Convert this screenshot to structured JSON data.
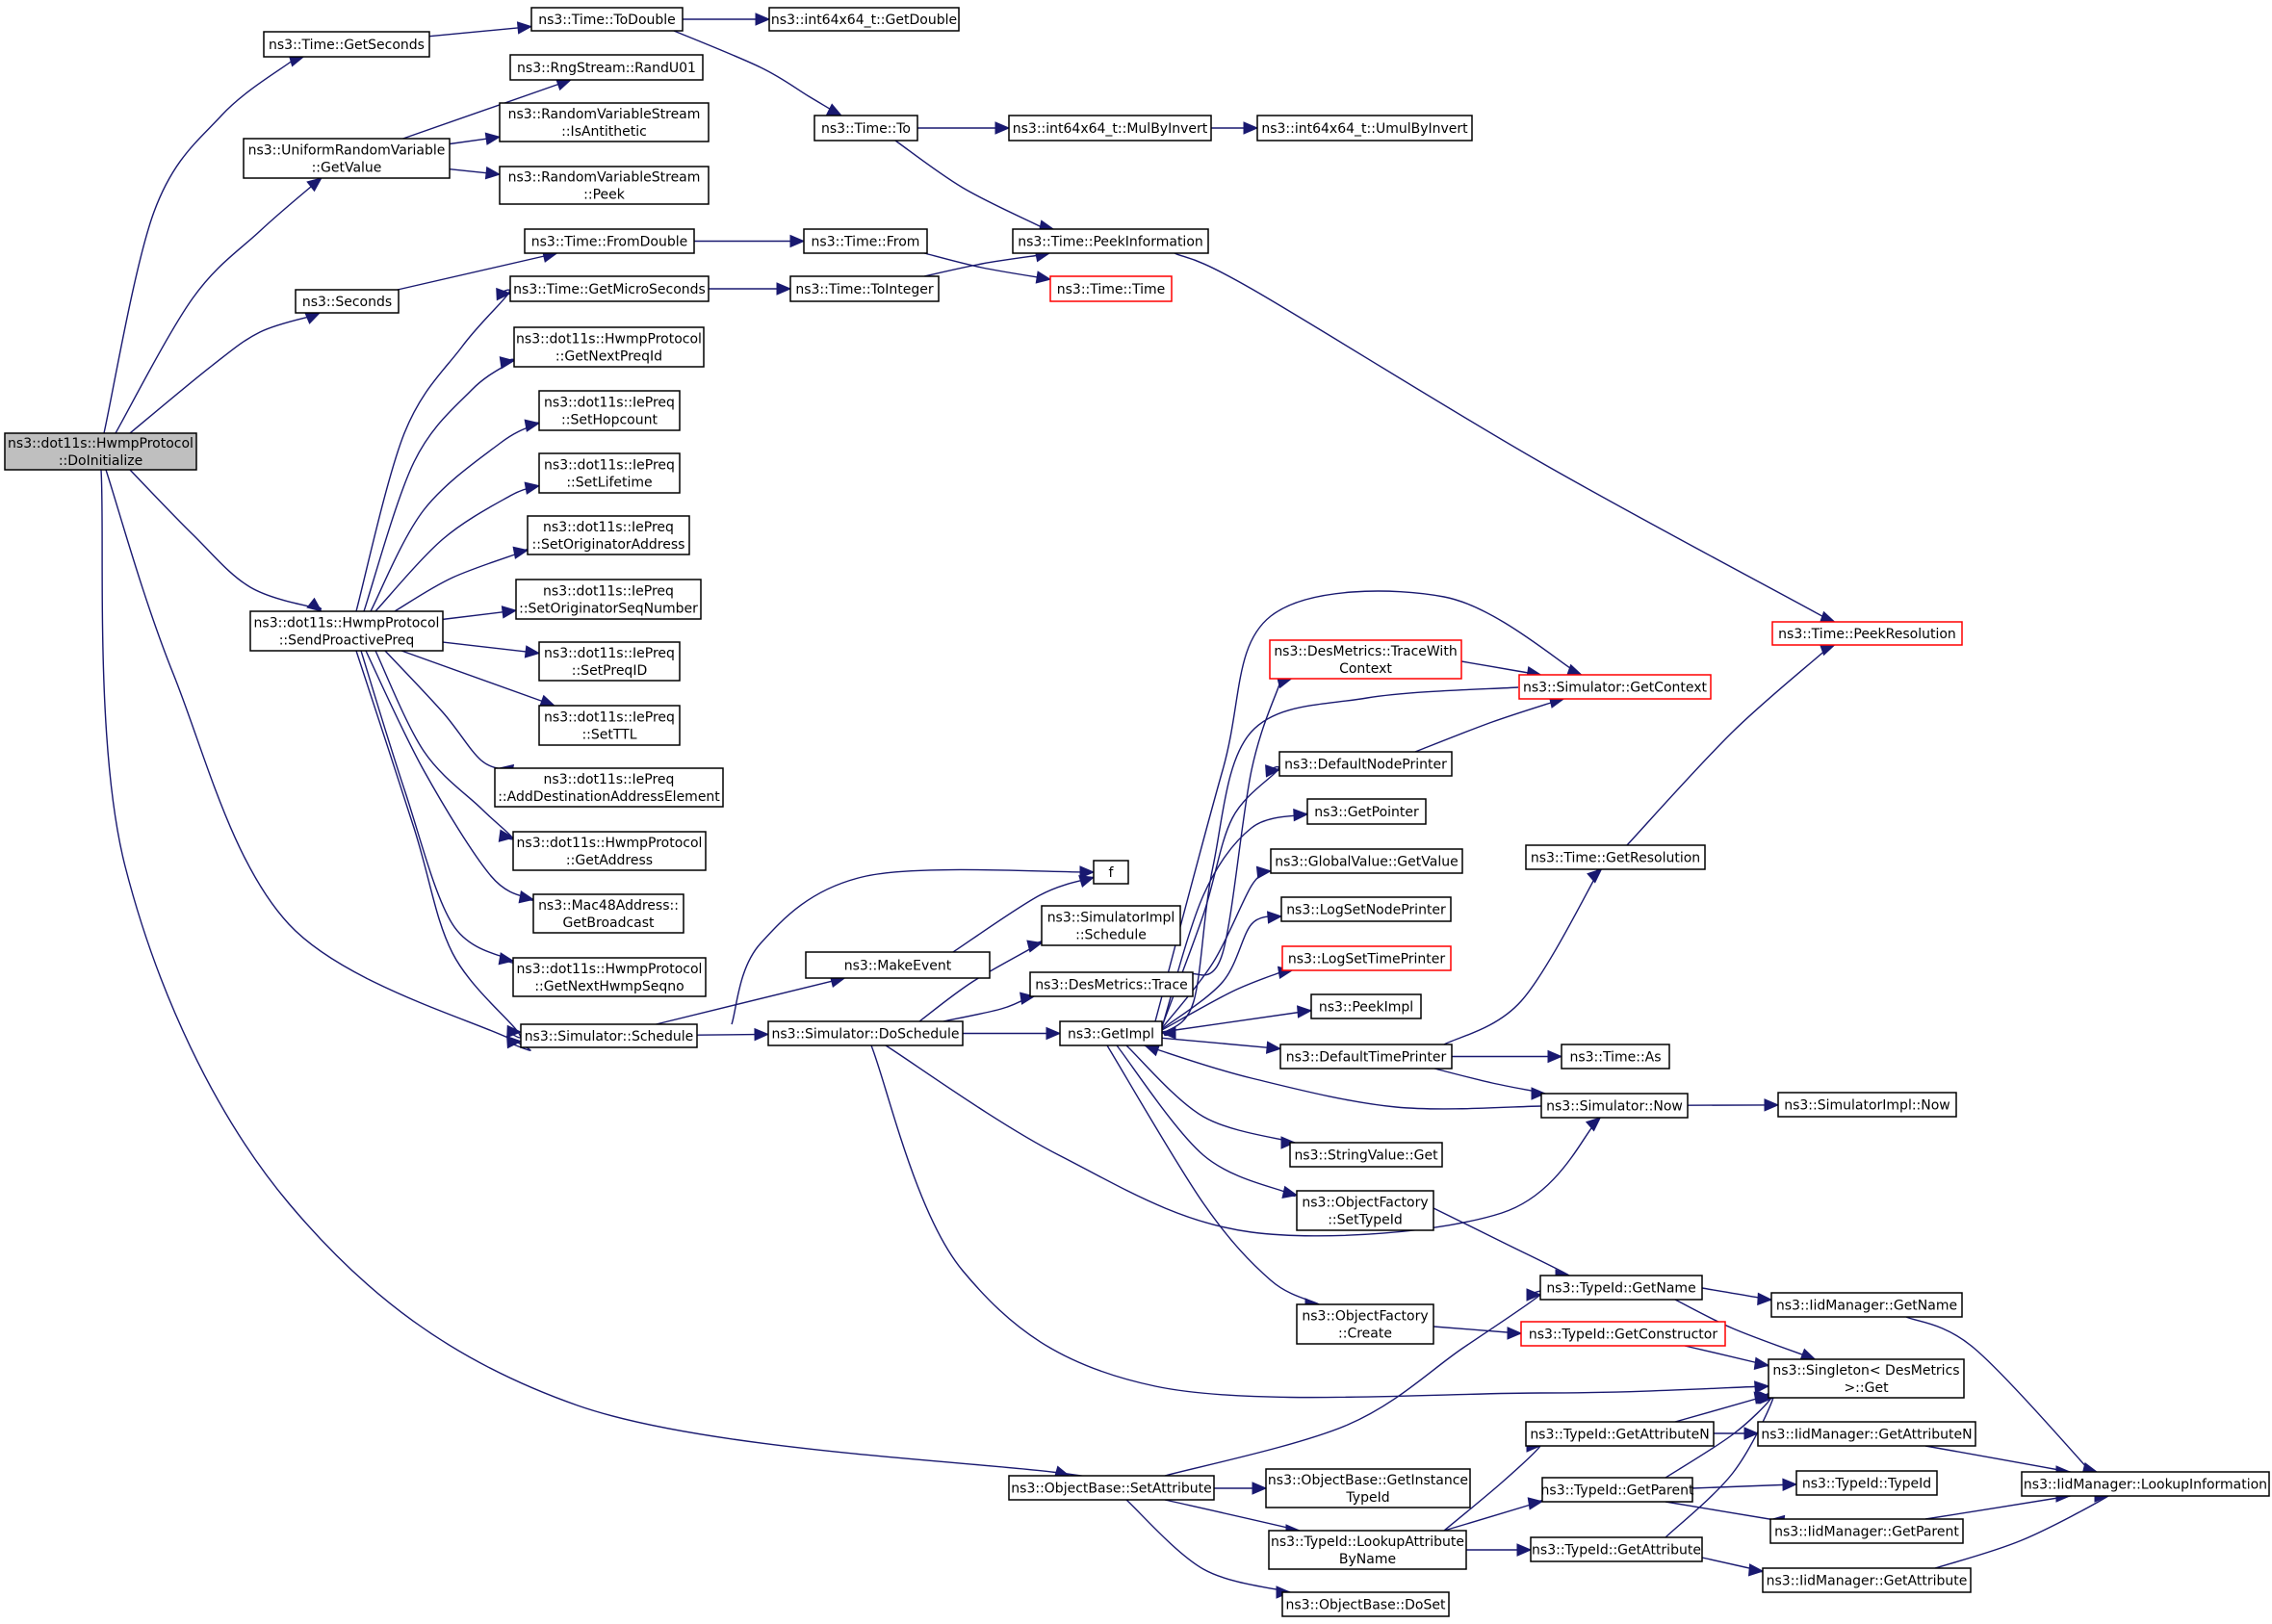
{
  "diagram": {
    "title": "ns3::dot11s::HwmpProtocol::DoInitialize call graph",
    "colors": {
      "edge": "#191970",
      "root_fill": "#bfbfbf",
      "node_border": "#000000",
      "truncated_border": "#ff0000",
      "node_fill": "#ffffff"
    },
    "nodes": [
      {
        "id": "root",
        "lines": [
          "ns3::dot11s::HwmpProtocol",
          "::DoInitialize"
        ],
        "kind": "root"
      },
      {
        "id": "getSeconds",
        "lines": [
          "ns3::Time::GetSeconds"
        ]
      },
      {
        "id": "toDouble",
        "lines": [
          "ns3::Time::ToDouble"
        ]
      },
      {
        "id": "getDouble",
        "lines": [
          "ns3::int64x64_t::GetDouble"
        ]
      },
      {
        "id": "randU01",
        "lines": [
          "ns3::RngStream::RandU01"
        ]
      },
      {
        "id": "uniformGetValue",
        "lines": [
          "ns3::UniformRandomVariable",
          "::GetValue"
        ]
      },
      {
        "id": "isAntithetic",
        "lines": [
          "ns3::RandomVariableStream",
          "::IsAntithetic"
        ]
      },
      {
        "id": "peek",
        "lines": [
          "ns3::RandomVariableStream",
          "::Peek"
        ]
      },
      {
        "id": "timeTo",
        "lines": [
          "ns3::Time::To"
        ]
      },
      {
        "id": "mulByInvert",
        "lines": [
          "ns3::int64x64_t::MulByInvert"
        ]
      },
      {
        "id": "umulByInvert",
        "lines": [
          "ns3::int64x64_t::UmulByInvert"
        ]
      },
      {
        "id": "fromDouble",
        "lines": [
          "ns3::Time::FromDouble"
        ]
      },
      {
        "id": "timeFrom",
        "lines": [
          "ns3::Time::From"
        ]
      },
      {
        "id": "peekInformation",
        "lines": [
          "ns3::Time::PeekInformation"
        ]
      },
      {
        "id": "seconds",
        "lines": [
          "ns3::Seconds"
        ]
      },
      {
        "id": "getMicroSeconds",
        "lines": [
          "ns3::Time::GetMicroSeconds"
        ]
      },
      {
        "id": "toInteger",
        "lines": [
          "ns3::Time::ToInteger"
        ]
      },
      {
        "id": "timeTime",
        "lines": [
          "ns3::Time::Time"
        ],
        "kind": "red"
      },
      {
        "id": "peekResolution",
        "lines": [
          "ns3::Time::PeekResolution"
        ],
        "kind": "red"
      },
      {
        "id": "getNextPreqId",
        "lines": [
          "ns3::dot11s::HwmpProtocol",
          "::GetNextPreqId"
        ]
      },
      {
        "id": "setHopcount",
        "lines": [
          "ns3::dot11s::IePreq",
          "::SetHopcount"
        ]
      },
      {
        "id": "setLifetime",
        "lines": [
          "ns3::dot11s::IePreq",
          "::SetLifetime"
        ]
      },
      {
        "id": "setOriginatorAddress",
        "lines": [
          "ns3::dot11s::IePreq",
          "::SetOriginatorAddress"
        ]
      },
      {
        "id": "setOriginatorSeqNumber",
        "lines": [
          "ns3::dot11s::IePreq",
          "::SetOriginatorSeqNumber"
        ]
      },
      {
        "id": "sendProactivePreq",
        "lines": [
          "ns3::dot11s::HwmpProtocol",
          "::SendProactivePreq"
        ]
      },
      {
        "id": "setPreqID",
        "lines": [
          "ns3::dot11s::IePreq",
          "::SetPreqID"
        ]
      },
      {
        "id": "setTTL",
        "lines": [
          "ns3::dot11s::IePreq",
          "::SetTTL"
        ]
      },
      {
        "id": "addDest",
        "lines": [
          "ns3::dot11s::IePreq",
          "::AddDestinationAddressElement"
        ]
      },
      {
        "id": "getAddress",
        "lines": [
          "ns3::dot11s::HwmpProtocol",
          "::GetAddress"
        ]
      },
      {
        "id": "getBroadcast",
        "lines": [
          "ns3::Mac48Address::",
          "GetBroadcast"
        ]
      },
      {
        "id": "getNextHwmpSeqno",
        "lines": [
          "ns3::dot11s::HwmpProtocol",
          "::GetNextHwmpSeqno"
        ]
      },
      {
        "id": "schedule",
        "lines": [
          "ns3::Simulator::Schedule"
        ]
      },
      {
        "id": "f",
        "lines": [
          "f"
        ]
      },
      {
        "id": "makeEvent",
        "lines": [
          "ns3::MakeEvent"
        ]
      },
      {
        "id": "doSchedule",
        "lines": [
          "ns3::Simulator::DoSchedule"
        ]
      },
      {
        "id": "implSchedule",
        "lines": [
          "ns3::SimulatorImpl",
          "::Schedule"
        ]
      },
      {
        "id": "desTrace",
        "lines": [
          "ns3::DesMetrics::Trace"
        ]
      },
      {
        "id": "getImpl",
        "lines": [
          "ns3::GetImpl"
        ]
      },
      {
        "id": "traceWithContext",
        "lines": [
          "ns3::DesMetrics::TraceWith",
          "Context"
        ],
        "kind": "red"
      },
      {
        "id": "getContext",
        "lines": [
          "ns3::Simulator::GetContext"
        ],
        "kind": "red"
      },
      {
        "id": "defaultNodePrinter",
        "lines": [
          "ns3::DefaultNodePrinter"
        ]
      },
      {
        "id": "getPointer",
        "lines": [
          "ns3::GetPointer"
        ]
      },
      {
        "id": "globalGetValue",
        "lines": [
          "ns3::GlobalValue::GetValue"
        ]
      },
      {
        "id": "logSetNodePrinter",
        "lines": [
          "ns3::LogSetNodePrinter"
        ]
      },
      {
        "id": "logSetTimePrinter",
        "lines": [
          "ns3::LogSetTimePrinter"
        ],
        "kind": "red"
      },
      {
        "id": "peekImpl",
        "lines": [
          "ns3::PeekImpl"
        ]
      },
      {
        "id": "defaultTimePrinter",
        "lines": [
          "ns3::DefaultTimePrinter"
        ]
      },
      {
        "id": "getResolution",
        "lines": [
          "ns3::Time::GetResolution"
        ]
      },
      {
        "id": "timeAs",
        "lines": [
          "ns3::Time::As"
        ]
      },
      {
        "id": "simNow",
        "lines": [
          "ns3::Simulator::Now"
        ]
      },
      {
        "id": "implNow",
        "lines": [
          "ns3::SimulatorImpl::Now"
        ]
      },
      {
        "id": "stringGet",
        "lines": [
          "ns3::StringValue::Get"
        ]
      },
      {
        "id": "setTypeId",
        "lines": [
          "ns3::ObjectFactory",
          "::SetTypeId"
        ]
      },
      {
        "id": "typeGetName",
        "lines": [
          "ns3::TypeId::GetName"
        ]
      },
      {
        "id": "iidGetName",
        "lines": [
          "ns3::IidManager::GetName"
        ]
      },
      {
        "id": "factoryCreate",
        "lines": [
          "ns3::ObjectFactory",
          "::Create"
        ]
      },
      {
        "id": "getConstructor",
        "lines": [
          "ns3::TypeId::GetConstructor"
        ],
        "kind": "red"
      },
      {
        "id": "singletonGet",
        "lines": [
          "ns3::Singleton< DesMetrics",
          ">::Get"
        ]
      },
      {
        "id": "typeGetAttributeN",
        "lines": [
          "ns3::TypeId::GetAttributeN"
        ]
      },
      {
        "id": "iidGetAttributeN",
        "lines": [
          "ns3::IidManager::GetAttributeN"
        ]
      },
      {
        "id": "setAttribute",
        "lines": [
          "ns3::ObjectBase::SetAttribute"
        ]
      },
      {
        "id": "getInstanceTypeId",
        "lines": [
          "ns3::ObjectBase::GetInstance",
          "TypeId"
        ]
      },
      {
        "id": "typeGetParent",
        "lines": [
          "ns3::TypeId::GetParent"
        ]
      },
      {
        "id": "typeIdTypeId",
        "lines": [
          "ns3::TypeId::TypeId"
        ]
      },
      {
        "id": "lookupInformation",
        "lines": [
          "ns3::IidManager::LookupInformation"
        ]
      },
      {
        "id": "iidGetParent",
        "lines": [
          "ns3::IidManager::GetParent"
        ]
      },
      {
        "id": "lookupAttributeByName",
        "lines": [
          "ns3::TypeId::LookupAttribute",
          "ByName"
        ]
      },
      {
        "id": "typeGetAttribute",
        "lines": [
          "ns3::TypeId::GetAttribute"
        ]
      },
      {
        "id": "iidGetAttribute",
        "lines": [
          "ns3::IidManager::GetAttribute"
        ]
      },
      {
        "id": "doSet",
        "lines": [
          "ns3::ObjectBase::DoSet"
        ]
      }
    ],
    "edges": [
      [
        "root",
        "getSeconds"
      ],
      [
        "root",
        "uniformGetValue"
      ],
      [
        "root",
        "seconds"
      ],
      [
        "root",
        "sendProactivePreq"
      ],
      [
        "root",
        "schedule"
      ],
      [
        "root",
        "setAttribute"
      ],
      [
        "getSeconds",
        "toDouble"
      ],
      [
        "toDouble",
        "getDouble"
      ],
      [
        "toDouble",
        "timeTo"
      ],
      [
        "uniformGetValue",
        "randU01"
      ],
      [
        "uniformGetValue",
        "isAntithetic"
      ],
      [
        "uniformGetValue",
        "peek"
      ],
      [
        "timeTo",
        "mulByInvert"
      ],
      [
        "mulByInvert",
        "umulByInvert"
      ],
      [
        "timeTo",
        "peekInformation"
      ],
      [
        "seconds",
        "fromDouble"
      ],
      [
        "fromDouble",
        "timeFrom"
      ],
      [
        "timeFrom",
        "timeTime"
      ],
      [
        "getMicroSeconds",
        "toInteger"
      ],
      [
        "toInteger",
        "peekInformation"
      ],
      [
        "peekInformation",
        "peekResolution"
      ],
      [
        "sendProactivePreq",
        "getMicroSeconds"
      ],
      [
        "sendProactivePreq",
        "getNextPreqId"
      ],
      [
        "sendProactivePreq",
        "setHopcount"
      ],
      [
        "sendProactivePreq",
        "setLifetime"
      ],
      [
        "sendProactivePreq",
        "setOriginatorAddress"
      ],
      [
        "sendProactivePreq",
        "setOriginatorSeqNumber"
      ],
      [
        "sendProactivePreq",
        "setPreqID"
      ],
      [
        "sendProactivePreq",
        "setTTL"
      ],
      [
        "sendProactivePreq",
        "addDest"
      ],
      [
        "sendProactivePreq",
        "getAddress"
      ],
      [
        "sendProactivePreq",
        "getBroadcast"
      ],
      [
        "sendProactivePreq",
        "getNextHwmpSeqno"
      ],
      [
        "sendProactivePreq",
        "schedule"
      ],
      [
        "schedule",
        "f"
      ],
      [
        "schedule",
        "makeEvent"
      ],
      [
        "schedule",
        "doSchedule"
      ],
      [
        "makeEvent",
        "f"
      ],
      [
        "doSchedule",
        "implSchedule"
      ],
      [
        "doSchedule",
        "desTrace"
      ],
      [
        "doSchedule",
        "getImpl"
      ],
      [
        "doSchedule",
        "simNow"
      ],
      [
        "doSchedule",
        "singletonGet"
      ],
      [
        "desTrace",
        "traceWithContext"
      ],
      [
        "traceWithContext",
        "getContext"
      ],
      [
        "getContext",
        "getImpl"
      ],
      [
        "getImpl",
        "getContext"
      ],
      [
        "getImpl",
        "defaultNodePrinter"
      ],
      [
        "getImpl",
        "getPointer"
      ],
      [
        "getImpl",
        "globalGetValue"
      ],
      [
        "getImpl",
        "logSetNodePrinter"
      ],
      [
        "getImpl",
        "logSetTimePrinter"
      ],
      [
        "getImpl",
        "peekImpl"
      ],
      [
        "getImpl",
        "defaultTimePrinter"
      ],
      [
        "getImpl",
        "stringGet"
      ],
      [
        "getImpl",
        "setTypeId"
      ],
      [
        "getImpl",
        "factoryCreate"
      ],
      [
        "defaultNodePrinter",
        "getContext"
      ],
      [
        "defaultTimePrinter",
        "getResolution"
      ],
      [
        "defaultTimePrinter",
        "timeAs"
      ],
      [
        "defaultTimePrinter",
        "simNow"
      ],
      [
        "getResolution",
        "peekResolution"
      ],
      [
        "simNow",
        "getImpl"
      ],
      [
        "simNow",
        "implNow"
      ],
      [
        "setTypeId",
        "typeGetName"
      ],
      [
        "factoryCreate",
        "getConstructor"
      ],
      [
        "typeGetName",
        "iidGetName"
      ],
      [
        "typeGetName",
        "singletonGet"
      ],
      [
        "getConstructor",
        "singletonGet"
      ],
      [
        "iidGetName",
        "lookupInformation"
      ],
      [
        "typeGetAttributeN",
        "singletonGet"
      ],
      [
        "typeGetAttributeN",
        "iidGetAttributeN"
      ],
      [
        "iidGetAttributeN",
        "lookupInformation"
      ],
      [
        "typeGetParent",
        "singletonGet"
      ],
      [
        "typeGetParent",
        "typeIdTypeId"
      ],
      [
        "typeGetParent",
        "iidGetParent"
      ],
      [
        "iidGetParent",
        "lookupInformation"
      ],
      [
        "typeGetAttribute",
        "singletonGet"
      ],
      [
        "typeGetAttribute",
        "iidGetAttribute"
      ],
      [
        "iidGetAttribute",
        "lookupInformation"
      ],
      [
        "setAttribute",
        "typeGetName"
      ],
      [
        "setAttribute",
        "getInstanceTypeId"
      ],
      [
        "setAttribute",
        "lookupAttributeByName"
      ],
      [
        "setAttribute",
        "doSet"
      ],
      [
        "lookupAttributeByName",
        "typeGetAttributeN"
      ],
      [
        "lookupAttributeByName",
        "typeGetParent"
      ],
      [
        "lookupAttributeByName",
        "typeGetAttribute"
      ]
    ]
  }
}
